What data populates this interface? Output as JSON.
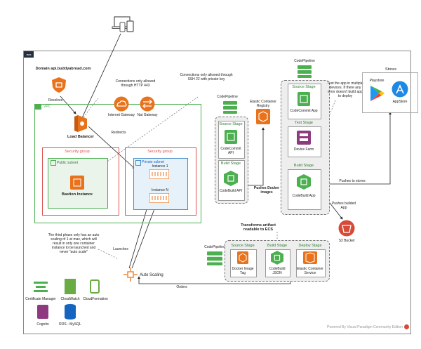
{
  "labels": {
    "domain": "Domain api.buddyabroad.com",
    "resolves": "Resolves",
    "vpc": "VPC",
    "conn_443": "Connections only allowed through HTTP 443",
    "conn_ssh": "Connections only allowed through SSH 22 with private key",
    "internet_gateway": "Internet Gateway",
    "nat_gateway": "Nat Gateway",
    "load_balancer": "Load Balancer",
    "redirects": "Redirects",
    "security_group_left": "Security group",
    "security_group_right": "Security group",
    "public_subnet": "Public subnet",
    "private_subnet": "Private subnet",
    "bastion": "Bastion Instance",
    "instance_1": "Instance 1",
    "instance_n": "Instance N",
    "launches": "Launches",
    "auto_scaling": "Auto Scaling",
    "orders": "Orders",
    "third_phase_note": "The third phase only has an auto scaling of 1 at max, which will result in only one container instance to be launched and never \"auto scale\"",
    "certificate_manager": "Certificate Manager",
    "cloudwatch": "CloudWatch",
    "cloudformation": "CloudFormation",
    "cognito": "Cognito",
    "rds": "RDS - MySQL",
    "pipeline1_title": "CodePipeline",
    "p1_source_stage": "Source Stage",
    "p1_codecommit": "CodeCommit API",
    "p1_build_stage": "Build Stage",
    "p1_codebuild": "CodeBuild API",
    "ecr": "Elastic Container Registry",
    "pushes_docker": "Pushes Docker images",
    "pipeline2_title": "CodePipeline",
    "p2_source_stage": "Source Stage",
    "p2_codecommit": "CodeCommit App",
    "p2_test_stage": "Test Stage",
    "p2_device_farm": "Device Farm",
    "p2_build_stage": "Build Stage",
    "p2_codebuild": "CodeBuild App",
    "test_note": "Test the app in multiple devices. If there any error doesn't build app to deploy",
    "stores_title": "Stores",
    "playstore": "Playstore",
    "appstore": "AppStore",
    "pushes_stores": "Pushes to stores",
    "pushes_build": "Pushes builded App",
    "s3": "S3 Bucket",
    "transforms": "Transforms artifact readable to ECS",
    "pipeline3_title": "CodePipeline",
    "p3_source_stage": "Source Stage",
    "p3_docker_tag": "Docker Image Tag",
    "p3_build_stage": "Build Stage",
    "p3_codebuild": "CodeBuild JSON",
    "p3_deploy_stage": "Deploy Stage",
    "p3_ecs": "Elastic Container Service",
    "powered_by": "Powered By Visual Paradigm Community Edition",
    "aws_badge": "aws"
  },
  "colors": {
    "orange": "#e8731c",
    "green": "#4caf50",
    "dark_green": "#2e7d32",
    "red_frame": "#d9534f",
    "purple": "#8e3a80",
    "blue": "#1565c0",
    "s3_red": "#d84a38"
  },
  "icons": {
    "devices": "devices-icon",
    "route53": "route53-shield-icon",
    "elb": "load-balancer-icon",
    "igw": "internet-gateway-icon",
    "nat": "nat-gateway-icon",
    "ec2": "ec2-instance-icon",
    "codepipeline": "codepipeline-icon",
    "codecommit": "codecommit-icon",
    "codebuild": "codebuild-icon",
    "ecr": "ecr-icon",
    "device_farm": "device-farm-icon",
    "playstore": "play-store-icon",
    "appstore": "app-store-icon",
    "s3": "s3-bucket-icon",
    "ecs": "ecs-icon",
    "autoscaling": "auto-scaling-icon"
  }
}
